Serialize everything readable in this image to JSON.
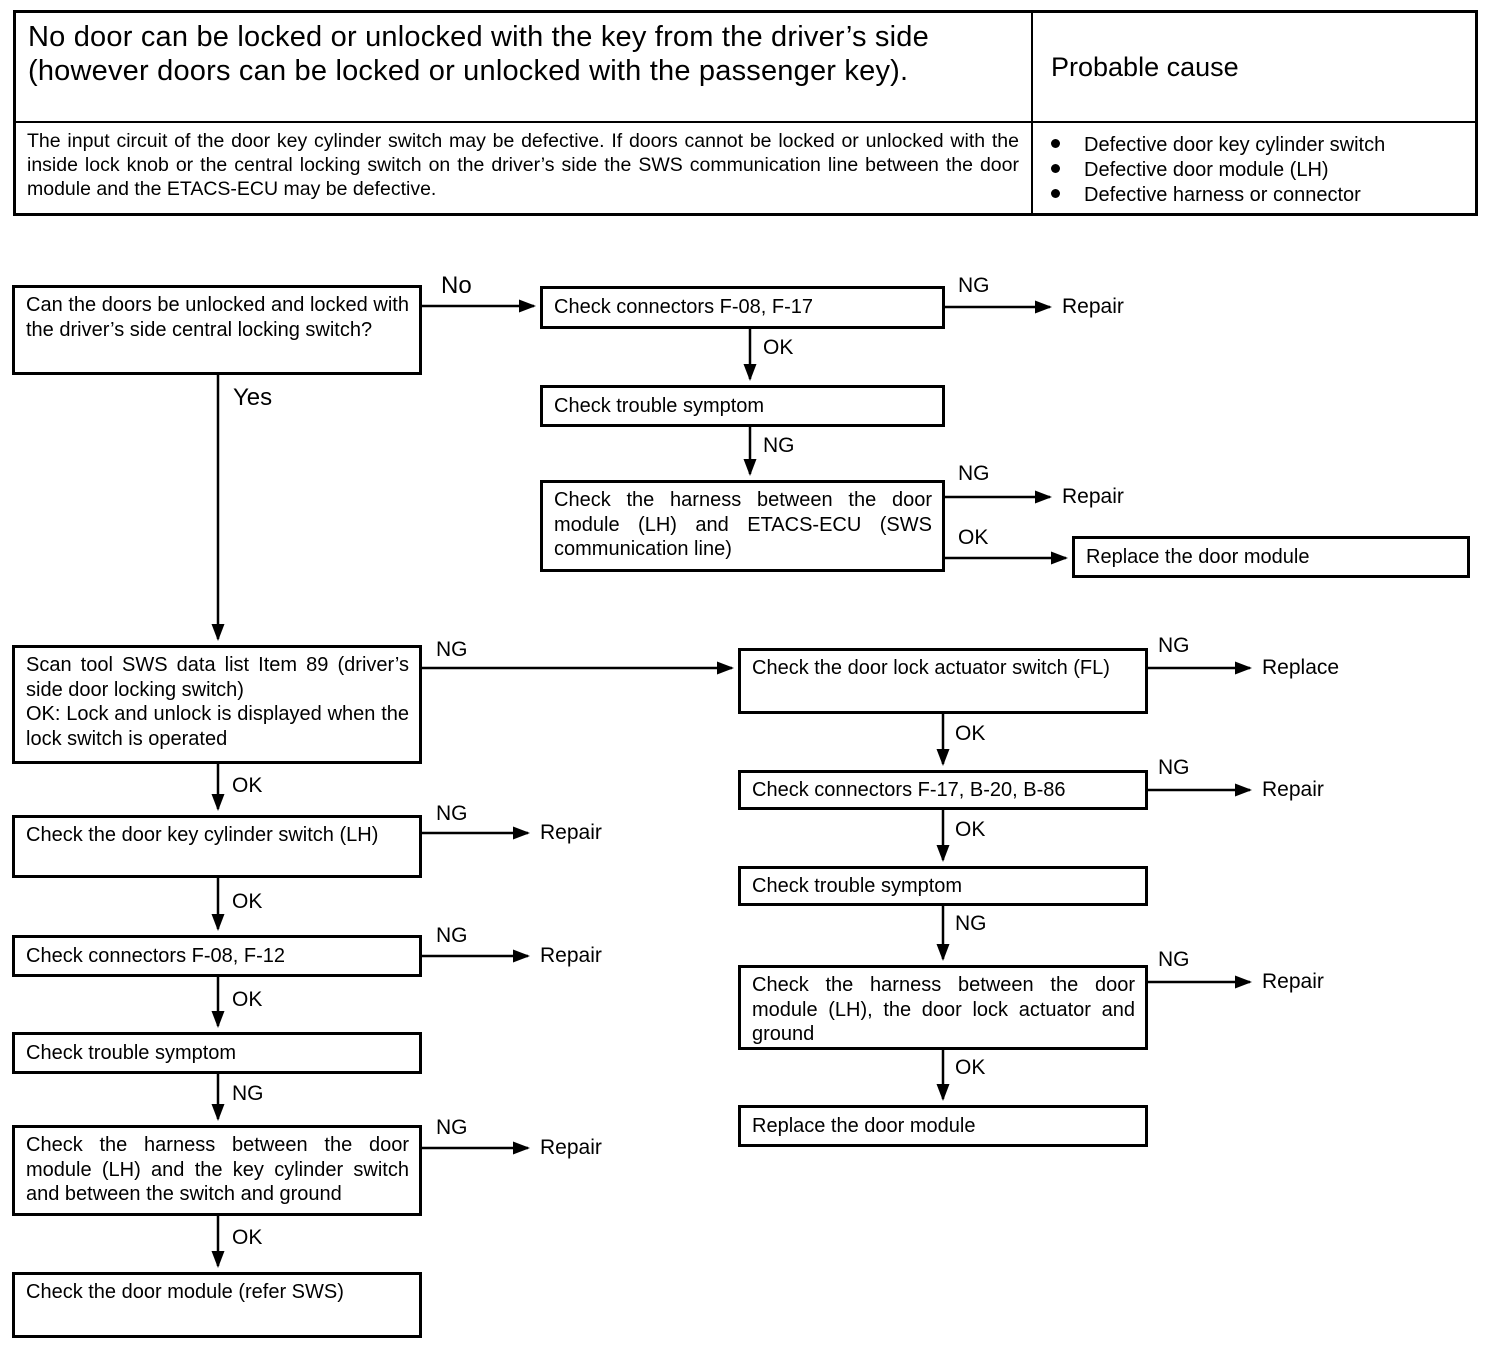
{
  "table": {
    "symptom": "No door can be locked or unlocked with the key from the driver’s side (however doors can be locked or unlocked with the passenger key).",
    "probable_cause_label": "Probable cause",
    "description": "The input circuit of the door key cylinder switch may be defective. If doors cannot be locked or unlocked with the inside lock knob or the central locking switch on the driver’s side the SWS communication line between the door module and the ETACS-ECU may be defective.",
    "causes": [
      "Defective door key cylinder switch",
      "Defective door module (LH)",
      "Defective harness or connector"
    ]
  },
  "labels": {
    "yes": "Yes",
    "no": "No",
    "ok": "OK",
    "ng": "NG",
    "repair": "Repair",
    "replace": "Replace"
  },
  "flowchart": {
    "nodes": {
      "q_central": "Can the doors be unlocked and locked with the driver’s side central locking switch?",
      "conn_f08_f17": "Check connectors F-08, F-17",
      "trouble_1": "Check trouble symptom",
      "harness_etacs": "Check the harness between the door module (LH) and ETACS-ECU (SWS communication line)",
      "replace_module_1": "Replace the door module",
      "scan_sws": "Scan tool SWS data list Item 89 (driver’s side door locking switch)\nOK: Lock and unlock is displayed when the lock switch is operated",
      "key_cylinder": "Check the door key cylinder switch (LH)",
      "conn_f08_f12": "Check connectors F-08, F-12",
      "trouble_2": "Check trouble symptom",
      "harness_keycyl": "Check the harness between the door module (LH) and the key cylinder switch and between the switch and ground",
      "door_module": "Check the door module (refer SWS)",
      "actuator": "Check the door lock actuator switch (FL)",
      "conn_f17_b20_b86": "Check connectors F-17, B-20, B-86",
      "trouble_3": "Check trouble symptom",
      "harness_actuator": "Check the harness between the door module (LH), the door lock actuator and ground",
      "replace_module_2": "Replace the door module"
    }
  }
}
